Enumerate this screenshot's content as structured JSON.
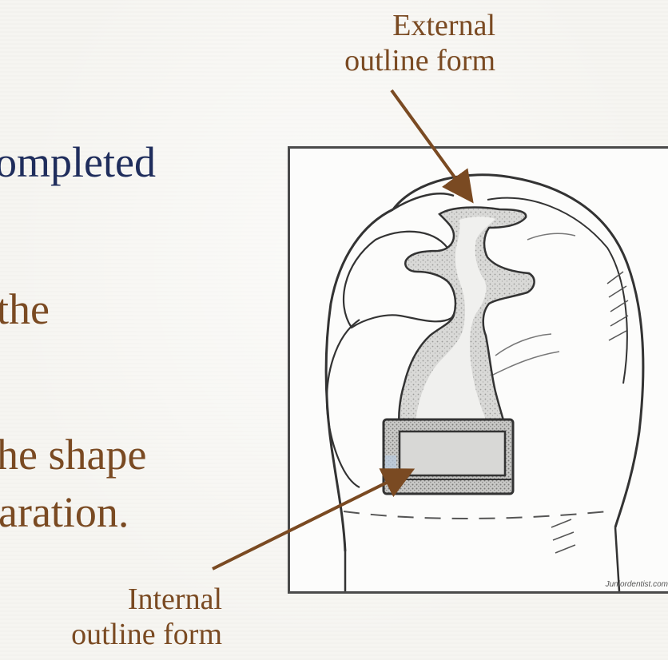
{
  "slide": {
    "text_fragments": [
      "ompleted",
      "the",
      "he shape",
      "aration."
    ],
    "text_color_dark": "#1f2d5c",
    "text_color_brown": "#7a4a22"
  },
  "figure": {
    "external_label": [
      "External",
      "outline form"
    ],
    "internal_label": [
      "Internal",
      "outline form"
    ],
    "watermark": "Juniordentist.com",
    "arrow_color": "#7a4a22"
  }
}
